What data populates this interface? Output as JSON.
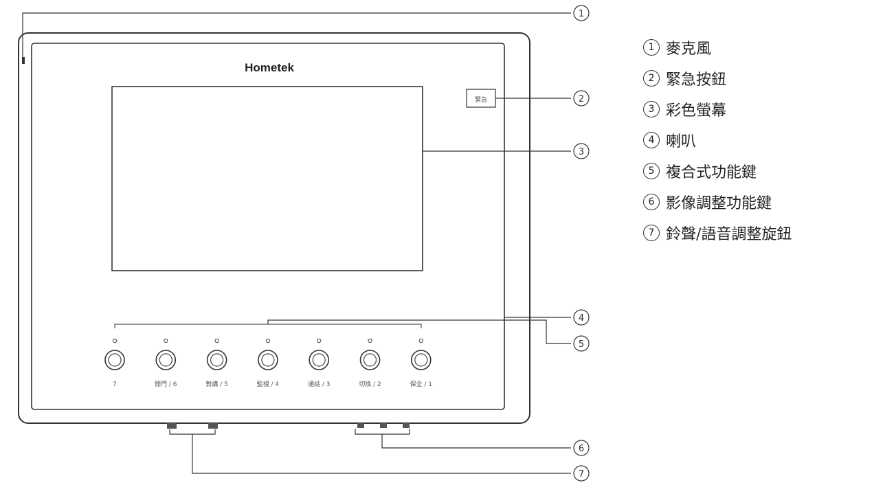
{
  "brand": "Hometek",
  "emergency_button_label": "緊急",
  "buttons": [
    {
      "label": "7"
    },
    {
      "label": "開門 / 6"
    },
    {
      "label": "對講 / 5"
    },
    {
      "label": "監視 / 4"
    },
    {
      "label": "通話 / 3"
    },
    {
      "label": "切換 / 2"
    },
    {
      "label": "保全 / 1"
    }
  ],
  "callout_numbers": [
    "1",
    "2",
    "3",
    "4",
    "5",
    "6",
    "7"
  ],
  "legend": [
    {
      "num": "1",
      "label": "麥克風"
    },
    {
      "num": "2",
      "label": "緊急按鈕"
    },
    {
      "num": "3",
      "label": "彩色螢幕"
    },
    {
      "num": "4",
      "label": "喇叭"
    },
    {
      "num": "5",
      "label": "複合式功能鍵"
    },
    {
      "num": "6",
      "label": "影像調整功能鍵"
    },
    {
      "num": "7",
      "label": "鈴聲/語音調整旋鈕"
    }
  ]
}
